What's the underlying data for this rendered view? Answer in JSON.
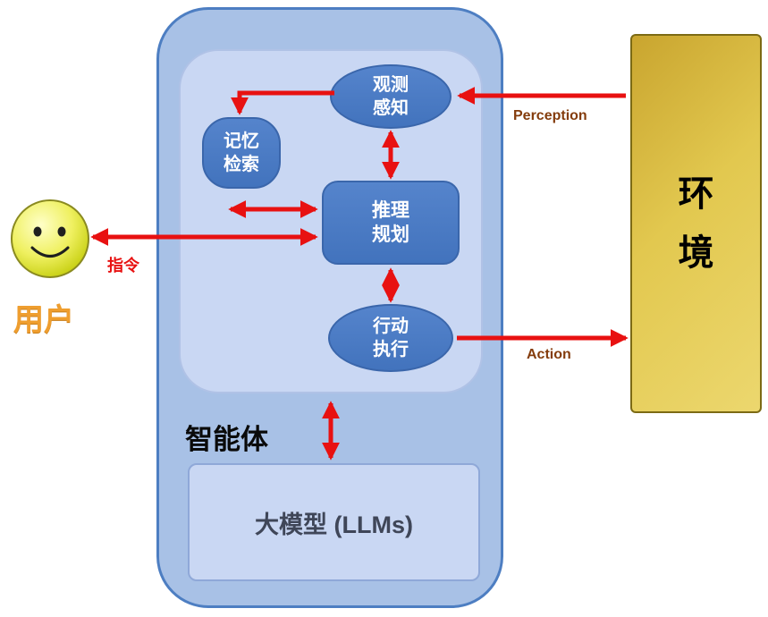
{
  "agent": {
    "label": "智能体",
    "nodes": {
      "perception": "观测\n感知",
      "memory": "记忆\n检索",
      "reasoning": "推理\n规划",
      "action": "行动\n执行",
      "llm": "大模型 (LLMs)"
    }
  },
  "environment": {
    "label": "环\n境"
  },
  "user": {
    "label": "用户"
  },
  "edges": {
    "perception": "Perception",
    "action": "Action",
    "instruction": "指令"
  },
  "colors": {
    "agent_fill": "#a8c1e6",
    "agent_inner_fill": "#c9d7f3",
    "node_fill": "#4a7cc4",
    "llm_fill": "#c9d7f3",
    "environment_fill": "#ddbb45",
    "arrow_red": "#e81111",
    "edge_label_brown": "#843c0c",
    "user_label_orange": "#ef9e2f",
    "smiley_yellow": "#e8e838"
  }
}
